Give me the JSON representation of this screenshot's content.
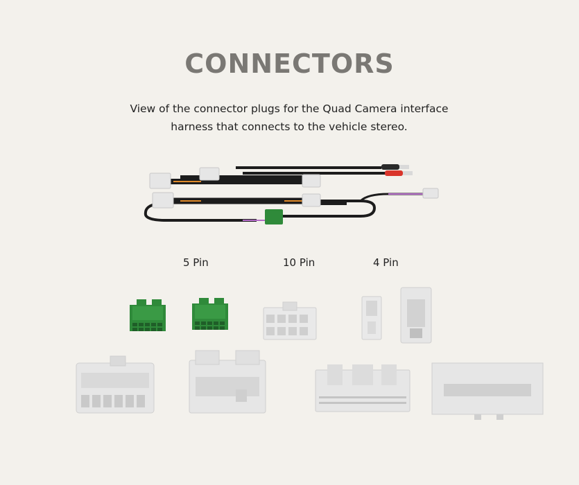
{
  "header": {
    "title": "CONNECTORS",
    "description": "View of the connector plugs for the Quad Camera interface harness that connects to the vehicle stereo."
  },
  "pin_labels": {
    "five": "5 Pin",
    "ten": "10 Pin",
    "four": "4 Pin"
  },
  "colors": {
    "background": "#f3f1ec",
    "title": "#7a7874",
    "connector_white": "#e6e6e6",
    "connector_green": "#2f8a3a",
    "cable": "#1c1c1c"
  }
}
